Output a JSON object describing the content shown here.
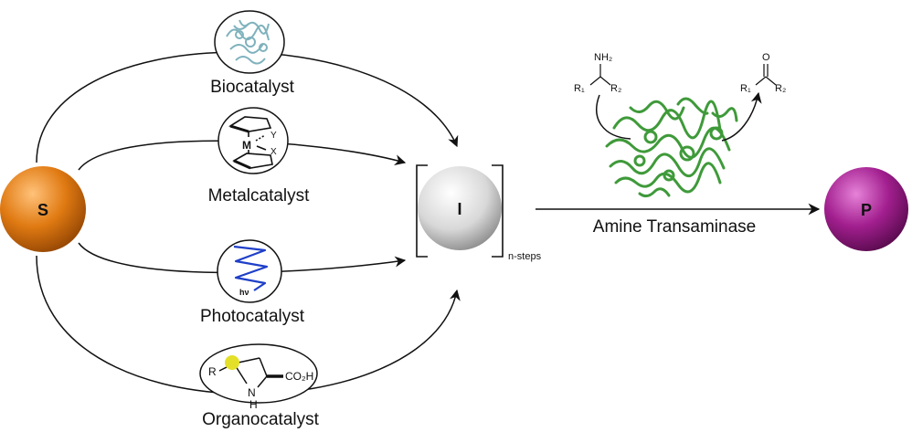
{
  "nodes": {
    "substrate": {
      "label": "S",
      "color": "#e07a12"
    },
    "intermediate": {
      "label": "I",
      "steps_label": "n-steps"
    },
    "product": {
      "label": "P",
      "color": "#a21f8f"
    }
  },
  "catalysts": [
    {
      "id": "bio",
      "label": "Biocatalyst",
      "icon": "enzyme-structure-icon"
    },
    {
      "id": "metal",
      "label": "Metalcatalyst",
      "icon": "metallocene-icon"
    },
    {
      "id": "photo",
      "label": "Photocatalyst",
      "icon": "light-zigzag-icon",
      "symbol": "hν"
    },
    {
      "id": "organo",
      "label": "Organocatalyst",
      "icon": "proline-structure-icon"
    }
  ],
  "metallocene": {
    "metal": "M",
    "ligand_top": "Y",
    "ligand_bottom": "X"
  },
  "proline": {
    "r_group": "R",
    "nh": "N",
    "h": "H",
    "acid": "CO₂H"
  },
  "transamination": {
    "enzyme_label": "Amine Transaminase",
    "amine": {
      "group": "NH₂",
      "r1": "R₁",
      "r2": "R₂"
    },
    "ketone": {
      "group": "O",
      "r1": "R₁",
      "r2": "R₂"
    },
    "enzyme_color": "#3f9a3a"
  },
  "colors": {
    "arrow": "#111111",
    "photo_zigzag": "#1f3fc8",
    "highlight": "#e4e02a"
  }
}
